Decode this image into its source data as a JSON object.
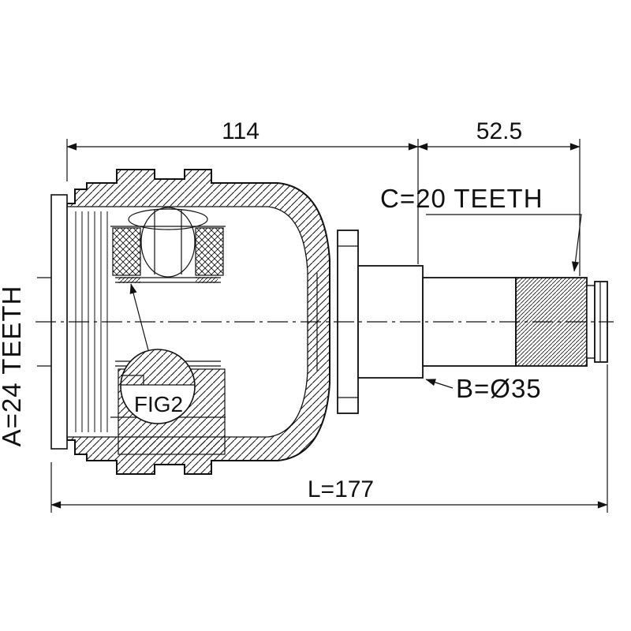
{
  "drawing": {
    "type": "technical-part-diagram",
    "subject": "CV joint side cross-section drawing",
    "labels": {
      "dim_width_left": "114",
      "dim_width_right": "52.5",
      "spline_c": "C=20 TEETH",
      "spline_a": "A=24 TEETH",
      "diameter_b": "B=Ø35",
      "figure_ref": "FIG2",
      "overall_length": "L=177"
    },
    "colors": {
      "line": "#111111",
      "background": "#ffffff"
    }
  }
}
